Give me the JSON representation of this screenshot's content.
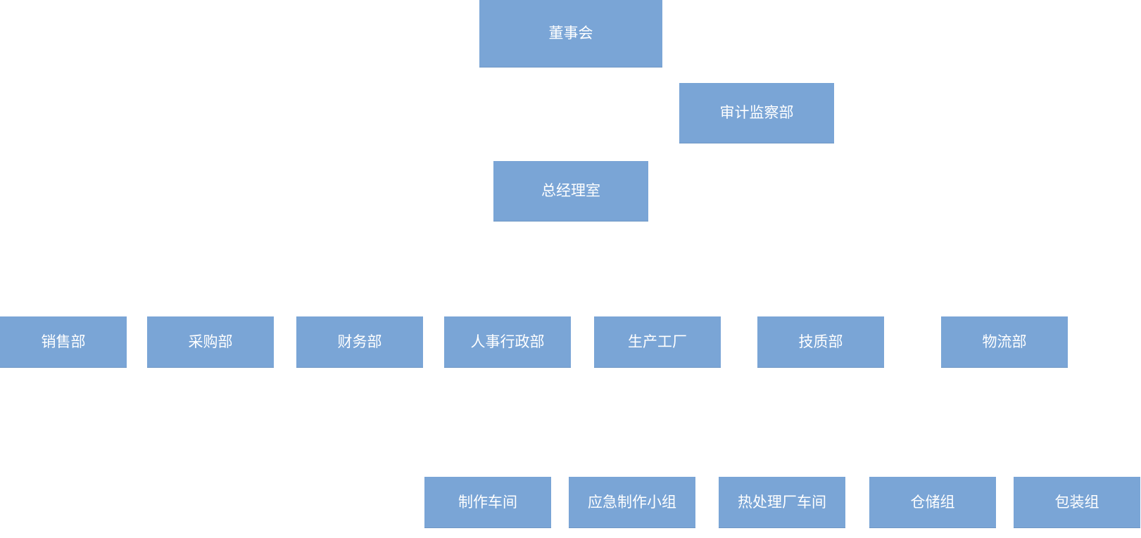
{
  "org_chart": {
    "board": "董事会",
    "audit": "审计监察部",
    "general_manager": "总经理室",
    "departments": [
      "销售部",
      "采购部",
      "财务部",
      "人事行政部",
      "生产工厂",
      "技质部",
      "物流部"
    ],
    "sub_units": [
      "制作车间",
      "应急制作小组",
      "热处理厂车间",
      "仓储组",
      "包装组"
    ]
  },
  "colors": {
    "node_fill": "#7aa5d6",
    "node_text": "#ffffff",
    "background": "#ffffff"
  }
}
